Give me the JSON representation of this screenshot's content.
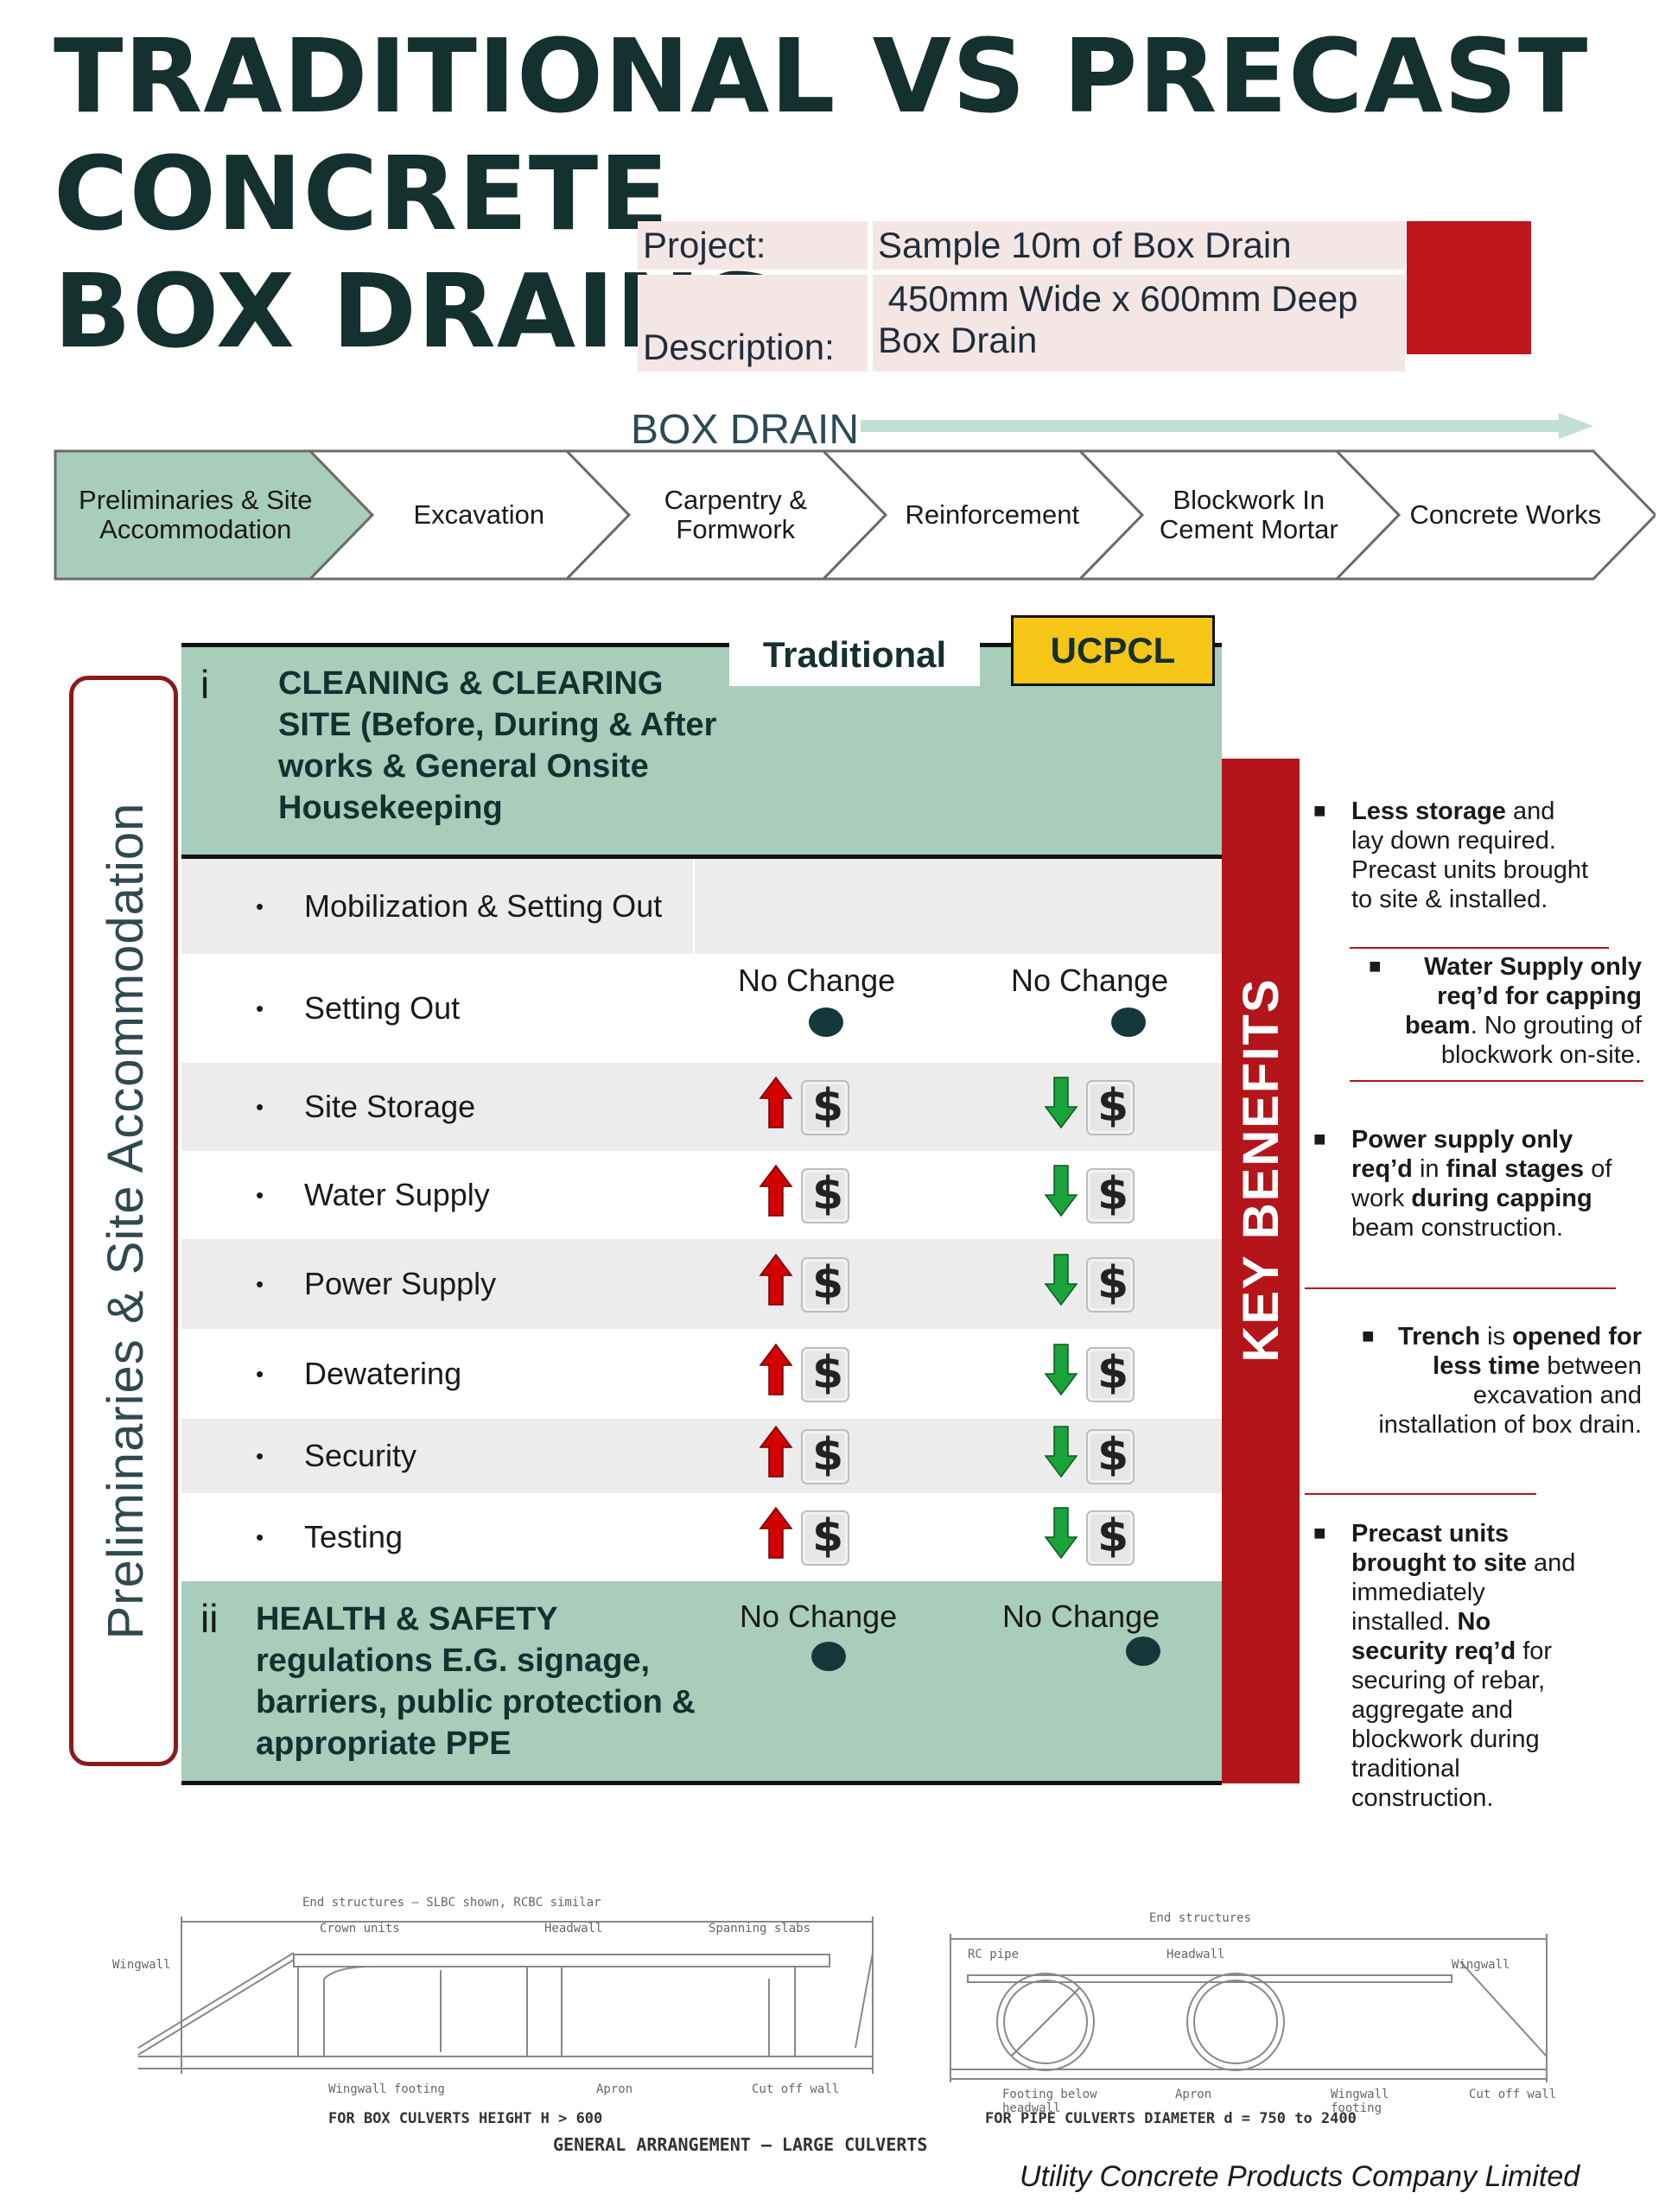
{
  "title": {
    "line1": "TRADITIONAL VS PRECAST",
    "line2": "CONCRETE",
    "line3": "BOX DRAINS"
  },
  "project": {
    "project_label": "Project:",
    "project_value": "Sample 10m of Box Drain",
    "description_label": "Description:",
    "description_value_line1": " 450mm Wide x 600mm Deep",
    "description_value_line2": "Box Drain"
  },
  "flow_label": "BOX DRAIN",
  "process_steps": [
    {
      "label": "Preliminaries & Site Accommodation",
      "active": true
    },
    {
      "label": "Excavation",
      "active": false
    },
    {
      "label": "Carpentry & Formwork",
      "active": false
    },
    {
      "label": "Reinforcement",
      "active": false
    },
    {
      "label": "Blockwork In Cement Mortar",
      "active": false
    },
    {
      "label": "Concrete Works",
      "active": false
    }
  ],
  "side_label": "Preliminaries & Site Accommodation",
  "columns": {
    "traditional": "Traditional",
    "ucpcl": "UCPCL"
  },
  "section_i": {
    "num": "i",
    "heading": "CLEANING & CLEARING SITE (Before, During & After works & General Onsite Housekeeping"
  },
  "rows": [
    {
      "label": "Mobilization & Setting Out",
      "traditional": "",
      "ucpcl": ""
    },
    {
      "label": "Setting Out",
      "traditional": "No Change",
      "ucpcl": "No Change"
    },
    {
      "label": "Site Storage",
      "traditional": "up",
      "ucpcl": "down"
    },
    {
      "label": "Water Supply",
      "traditional": "up",
      "ucpcl": "down"
    },
    {
      "label": "Power Supply",
      "traditional": "up",
      "ucpcl": "down"
    },
    {
      "label": "Dewatering",
      "traditional": "up",
      "ucpcl": "down"
    },
    {
      "label": "Security",
      "traditional": "up",
      "ucpcl": "down"
    },
    {
      "label": "Testing",
      "traditional": "up",
      "ucpcl": "down"
    }
  ],
  "bullet": "•",
  "dollar": "$",
  "section_ii": {
    "num": "ii",
    "heading": "HEALTH & SAFETY regulations E.G. signage, barriers, public protection & appropriate PPE",
    "traditional": "No Change",
    "ucpcl": "No Change"
  },
  "key_benefits": "KEY BENEFITS",
  "benefits": [
    {
      "b1": "Less storage",
      "t1": " and lay down required. Precast units brought to site & installed."
    },
    {
      "b1": "Water Supply only req’d for capping beam",
      "t1": ". No grouting of blockwork on-site."
    },
    {
      "b1": "Power supply only req’d",
      "t1": " in ",
      "b2": "final stages",
      "t2": " of work ",
      "b3": "during capping",
      "t3": " beam construction."
    },
    {
      "b1": "Trench",
      "t1": " is ",
      "b2": "opened for less time",
      "t2": " between excavation and installation of box drain."
    },
    {
      "b1": "Precast units brought to site",
      "t1": " and immediately installed. ",
      "b2": "No security req’d",
      "t2": " for securing of rebar, aggregate and blockwork during traditional construction."
    }
  ],
  "drawing": {
    "left_top": "End structures — SLBC shown, RCBC similar",
    "left_labels": [
      "Crown units",
      "Headwall",
      "Spanning slabs",
      "Wingwall",
      "Wingwall footing",
      "Apron",
      "Cut off wall"
    ],
    "left_caption": "FOR BOX CULVERTS HEIGHT H > 600",
    "right_top": "End structures",
    "right_labels": [
      "RC pipe",
      "Headwall",
      "Wingwall",
      "Footing below headwall",
      "Apron",
      "Wingwall footing",
      "Cut off wall"
    ],
    "right_caption": "FOR PIPE CULVERTS DIAMETER d = 750 to 2400",
    "main_caption": "GENERAL ARRANGEMENT — LARGE CULVERTS"
  },
  "footer": "Utility Concrete Products Company Limited",
  "colors": {
    "green": "#a8cdbb",
    "red": "#b3151a",
    "yellow": "#f5c518",
    "navy": "#14302f",
    "up_arrow": "#d40000",
    "down_arrow": "#1aa33a"
  }
}
